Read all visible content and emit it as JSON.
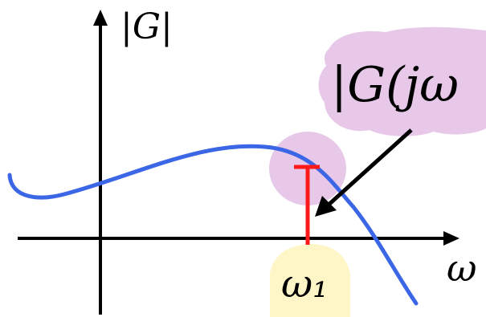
{
  "labels": {
    "y_axis": "|G|",
    "x_axis": "ω",
    "tick": "ω₁",
    "callout": "|G(jω"
  },
  "colors": {
    "axis": "#000000",
    "curve": "#3b66e6",
    "marker": "#ff1a1a",
    "highlight_pink": "#e7c8e8",
    "highlight_yellow": "#fff6c8",
    "arrow": "#000000"
  },
  "icons": {
    "arrow_head": "arrowhead"
  }
}
